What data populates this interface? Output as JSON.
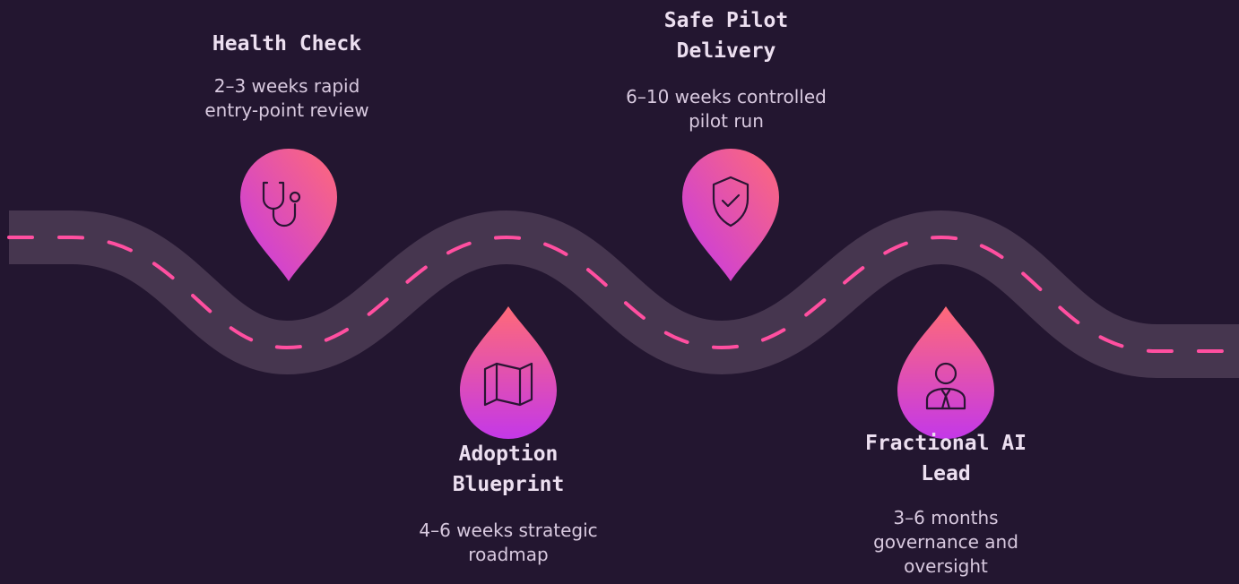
{
  "colors": {
    "background": "#231630",
    "road": "#46364f",
    "dash": "#ff4fa0",
    "pin_gradient_top": "#ff6a78",
    "pin_gradient_bottom": "#c438e8",
    "title_text": "#ecdff0",
    "desc_text": "#d8c9df"
  },
  "stages": [
    {
      "title": "Health Check",
      "description": "2–3 weeks rapid entry-point review",
      "icon": "stethoscope-icon"
    },
    {
      "title": "Adoption Blueprint",
      "description": "4–6 weeks strategic roadmap",
      "icon": "map-icon"
    },
    {
      "title": "Safe Pilot Delivery",
      "description": "6–10 weeks controlled pilot run",
      "icon": "shield-check-icon"
    },
    {
      "title": "Fractional AI Lead",
      "description": "3–6 months governance and oversight",
      "icon": "advisor-icon"
    }
  ]
}
